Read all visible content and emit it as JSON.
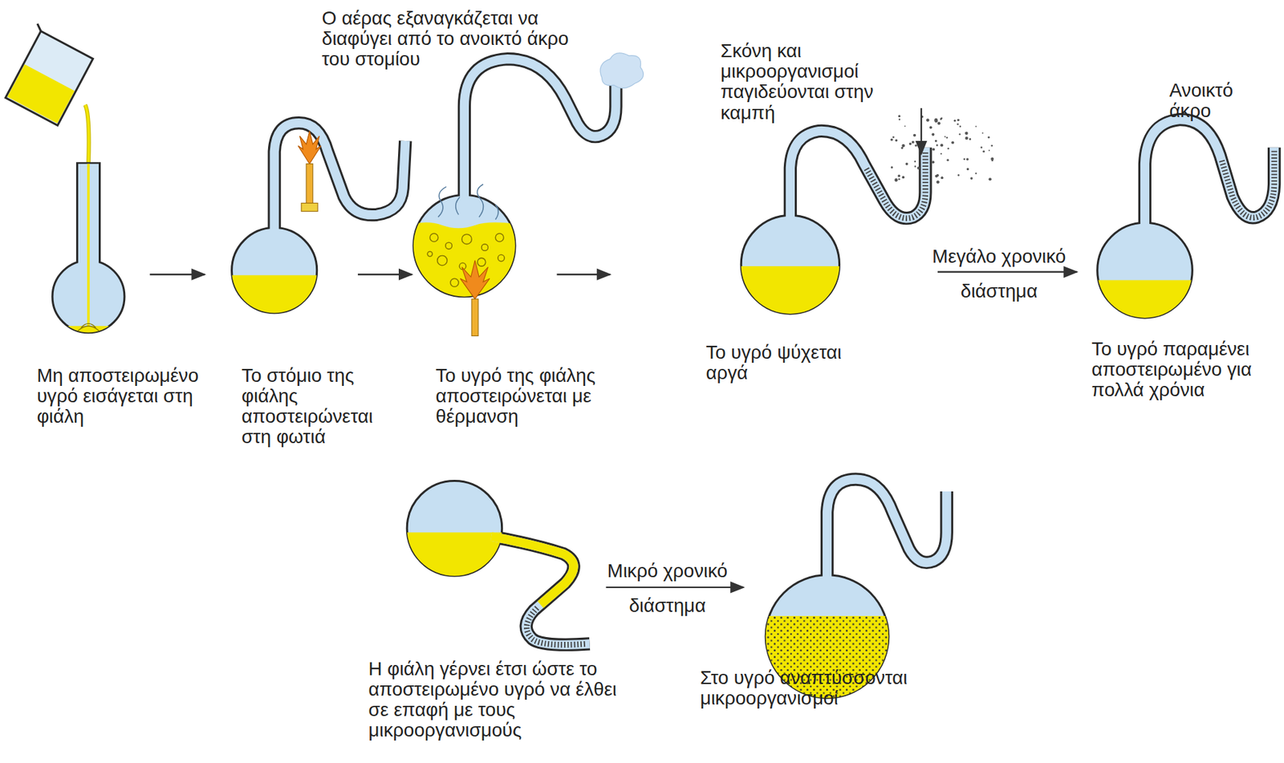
{
  "diagram": {
    "labels": [
      "Ο αέρας εξαναγκάζεται να διαφύγει από το ανοικτό άκρο του στομίου",
      "Σκόνη και μικροοργανισμοί παγιδεύονται στην καμπή",
      "Ανοικτό άκρο",
      "Μη αποστειρωμένο υγρό εισάγεται στη φιάλη",
      "Το στόμιο της φιάλης αποστειρώνεται στη φωτιά",
      "Το υγρό της φιάλης αποστειρώνεται με θέρμανση",
      "Το υγρό ψύχεται αργά",
      "Μεγάλο χρονικό διάστημα",
      "Το υγρό παραμένει αποστειρωμένο για πολλά χρόνια",
      "Η φιάλη γέρνει έτσι ώστε το αποστειρωμένο υγρό να έλθει σε επαφή με τους μικροοργανισμούς",
      "Μικρό χρονικό διάστημα",
      "Στο υγρό αναπτύσσονται μικροοργανισμοί"
    ]
  }
}
